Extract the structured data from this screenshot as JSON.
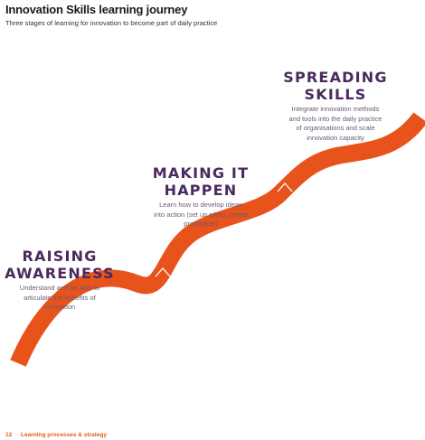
{
  "header": {
    "title": "Innovation Skills learning journey",
    "subtitle": "Three stages of learning for innovation to become part of daily practice"
  },
  "stages": [
    {
      "title_line1": "RAISING",
      "title_line2": "AWARENESS",
      "desc_lines": [
        "Understand and be able to",
        "articulate the benefits of",
        "innovation"
      ]
    },
    {
      "title_line1": "MAKING IT",
      "title_line2": "HAPPEN",
      "desc_lines": [
        "Learn how to develop ideas",
        "into action (set up pilots, create",
        "prototypes)"
      ]
    },
    {
      "title_line1": "SPREADING",
      "title_line2": "SKILLS",
      "desc_lines": [
        "Integrate innovation methods",
        "and tools into the daily practice",
        "of organisations and scale",
        "innovation capacity"
      ]
    }
  ],
  "footer": {
    "page_number": "12",
    "section": "Learning processes & strategy"
  },
  "colors": {
    "ribbon": "#e8531c",
    "heading": "#4a2a5e",
    "accent": "#e25c1c"
  }
}
